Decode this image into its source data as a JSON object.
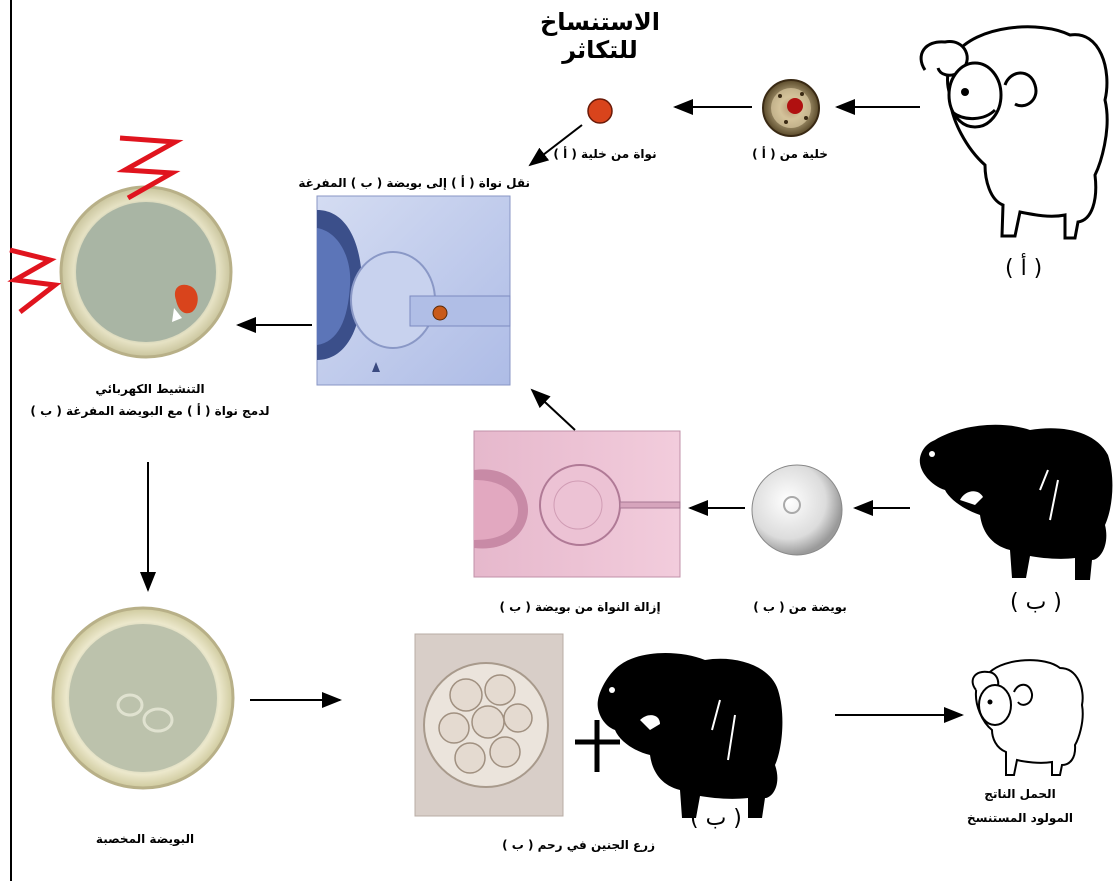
{
  "title": "الاستنساخ للتكاثر",
  "labels": {
    "cell_from_a": "خلية من ( أ )",
    "nucleus_from_cell": "نواة من خلية ( أ )",
    "transfer_nucleus": "نقل نواة ( أ ) إلى بويضة ( ب ) المفرغة",
    "activation_line1": "التنشيط الكهربائي",
    "activation_line2": "لدمج نواة ( أ ) مع البويضة المفرغة ( ب )",
    "egg_from_b": "بويضة من ( ب )",
    "remove_nucleus": "إزالة النواة من بويضة ( ب )",
    "fertilized_egg": "البويضة المخصبة",
    "implant_embryo": "زرع الجنين في رحم ( ب )",
    "clone_line1": "الحمل الناتج",
    "clone_line2": "المولود المستنسخ"
  },
  "markers": {
    "sheep_a": "( أ )",
    "sheep_b": "( ب )",
    "sheep_b_surrogate": "( ب )"
  },
  "colors": {
    "nucleus": "#d9441c",
    "spark": "#e0141e",
    "white_sheep": "#ffffff",
    "black_sheep": "#000000",
    "egg_shell": "#e8e4c8",
    "egg_core": "#a8b4a4"
  }
}
